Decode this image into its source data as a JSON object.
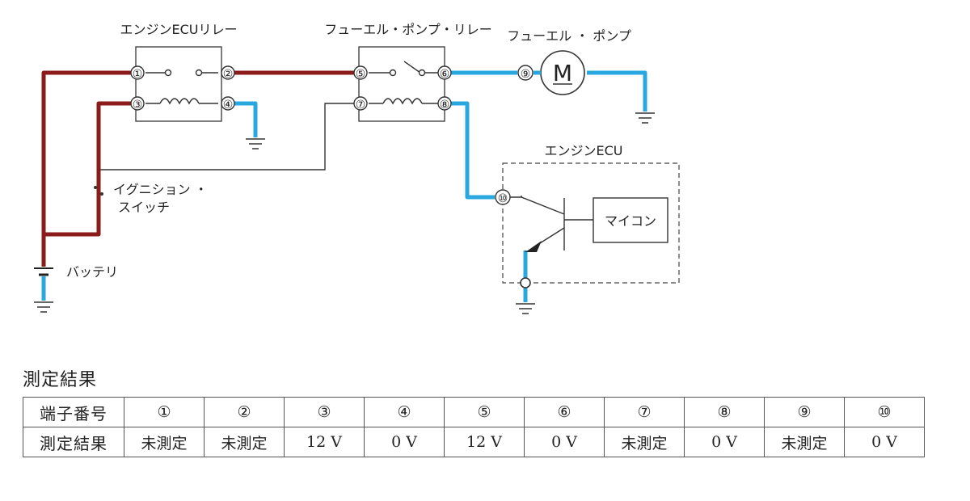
{
  "diagram": {
    "engine_ecu_relay": "エンジンECUリレー",
    "fuel_pump_relay": "フューエル・ポンプ・リレー",
    "fuel_pump": "フューエル ・ ポンプ",
    "motor_symbol": "M",
    "engine_ecu": "エンジンECU",
    "microcomputer": "マイコン",
    "ignition_switch_line1": "イグニション ・",
    "ignition_switch_line2": "スイッチ",
    "battery": "バッテリ",
    "terminals": [
      "①",
      "②",
      "③",
      "④",
      "⑤",
      "⑥",
      "⑦",
      "⑧",
      "⑨",
      "⑩"
    ],
    "wire_colors": {
      "battery_circuit": "#8b1a1a",
      "ground_circuit": "#29a8e0",
      "signal": "#333333"
    }
  },
  "results": {
    "heading": "測定結果",
    "row_header_terminal": "端子番号",
    "row_header_result": "測定結果",
    "terminals": [
      "①",
      "②",
      "③",
      "④",
      "⑤",
      "⑥",
      "⑦",
      "⑧",
      "⑨",
      "⑩"
    ],
    "values": [
      "未測定",
      "未測定",
      "12 V",
      "0 V",
      "12 V",
      "0 V",
      "未測定",
      "0 V",
      "未測定",
      "0 V"
    ]
  }
}
